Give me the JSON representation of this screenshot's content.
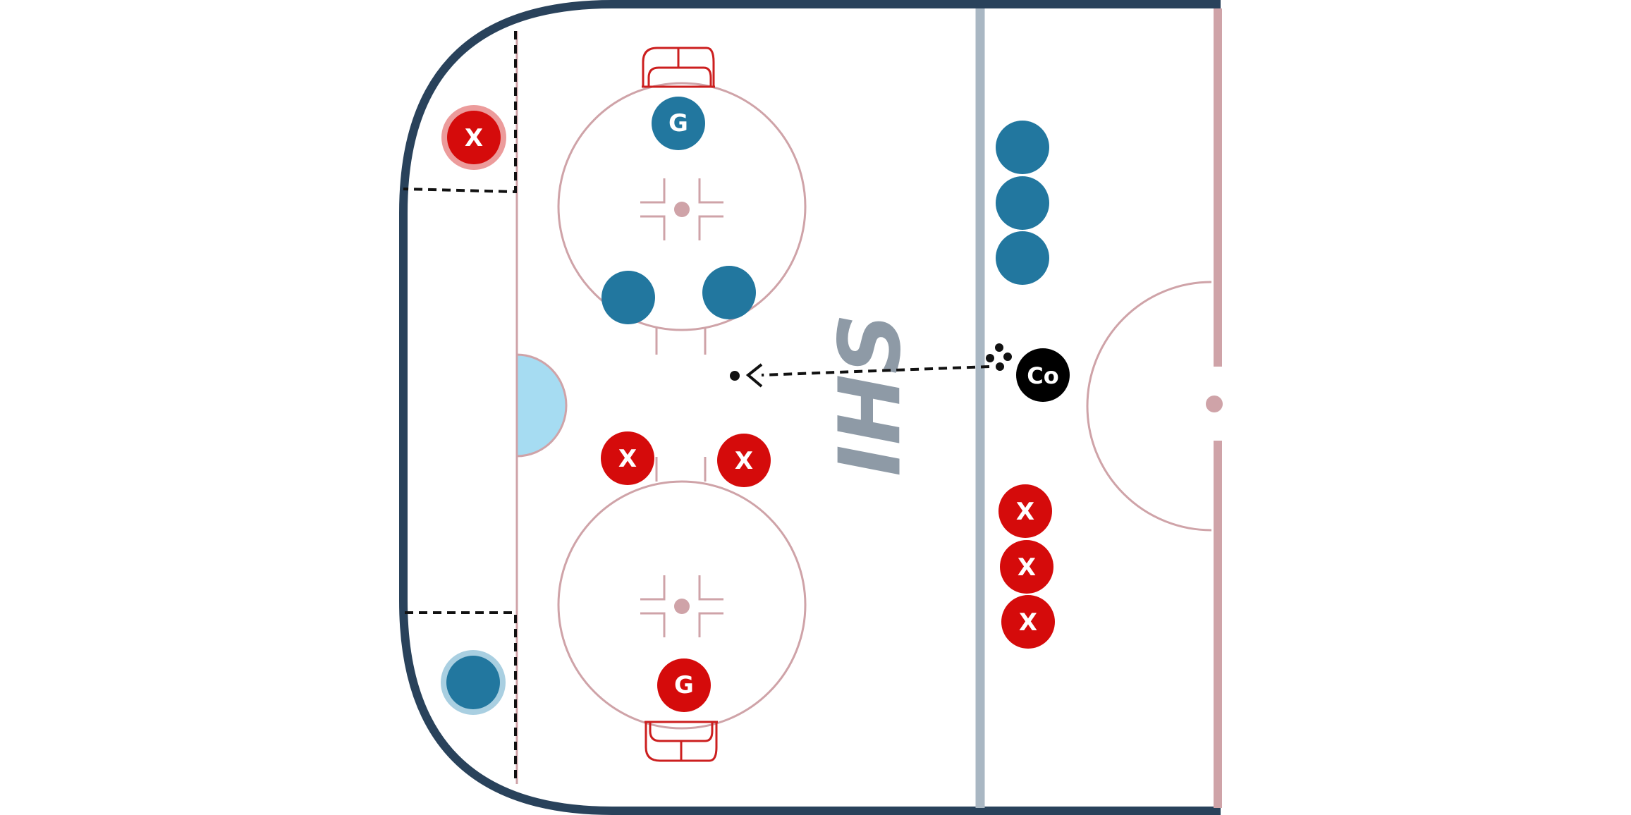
{
  "colors": {
    "boards": "#29425b",
    "ice": "#ffffff",
    "line_pink": "#cfa3a8",
    "blue_line": "#a9b7c3",
    "crease": "#a6dcf2",
    "net": "#cc1f1f",
    "team_blue": "#22779f",
    "team_red": "#d50b0b",
    "coach": "#000000",
    "logo": "#8e9aa6",
    "dashed": "#111111"
  },
  "logo": {
    "text": "IHS",
    "name": "ihs-logo"
  },
  "players": {
    "goalie_blue": {
      "label": "G",
      "team": "blue",
      "role": "goalie"
    },
    "goalie_red": {
      "label": "G",
      "team": "red",
      "role": "goalie"
    },
    "coach": {
      "label": "Co",
      "team": "coach"
    },
    "red_x_top_corner": {
      "label": "X",
      "team": "red",
      "highlighted": true
    },
    "red_x_slot_left": {
      "label": "X",
      "team": "red"
    },
    "red_x_slot_right": {
      "label": "X",
      "team": "red"
    },
    "red_line_x": [
      "X",
      "X",
      "X"
    ],
    "blue_line_count": 3,
    "blue_circle_count": 2,
    "blue_bottom_corner_highlighted": true
  },
  "drill": {
    "puck_count": 4,
    "pass_style": "dashed",
    "pass_direction": "coach-to-slot"
  }
}
